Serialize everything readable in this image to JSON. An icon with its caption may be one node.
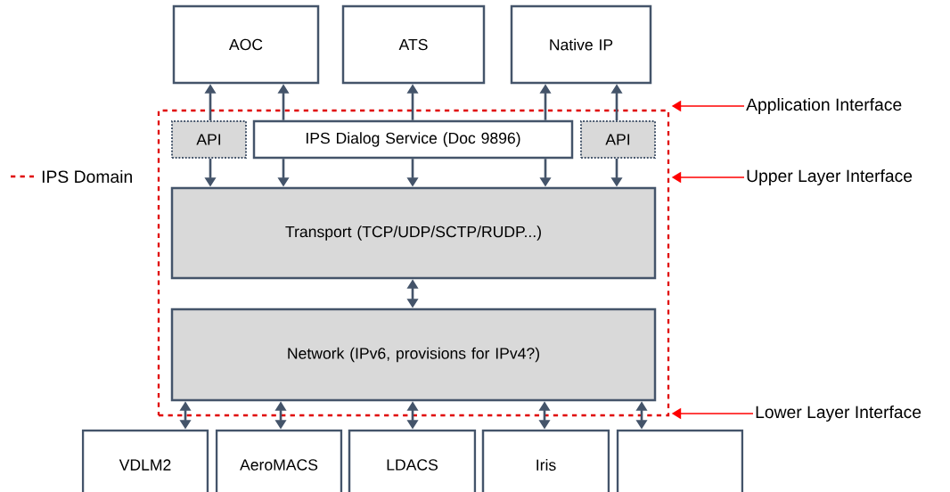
{
  "diagram": {
    "nodes": [
      {
        "text": [
          "AOC"
        ]
      },
      {
        "text": [
          "ATS"
        ]
      },
      {
        "text": [
          "Native IP"
        ]
      },
      {
        "text": [],
        "shape": "box"
      },
      {
        "text": [
          "API"
        ],
        "in": 3
      },
      {
        "text": [
          "IPS Dialog Service (Doc 9896)"
        ],
        "in": 3
      },
      {
        "text": [
          "API"
        ],
        "in": 3
      },
      {
        "text": [
          "Transport (TCP/UDP/SCTP/RUDP...)"
        ],
        "in": 3
      },
      {
        "text": [
          "Network (IPv6, provisions for IPv4?)"
        ],
        "in": 3
      },
      {
        "text": [
          "VDLM2"
        ]
      },
      {
        "text": [
          "AeroMACS"
        ]
      },
      {
        "text": [
          "LDACS"
        ]
      },
      {
        "text": [
          "Iris"
        ]
      },
      {
        "text": [],
        "shape": "box"
      },
      {
        "text": [
          "Application Interface"
        ]
      },
      {
        "text": [
          "Upper Layer Interface"
        ]
      },
      {
        "text": [
          "Lower Layer Interface"
        ]
      }
    ],
    "edges": [
      {
        "from": 4,
        "to": 0,
        "arrow": "to"
      },
      {
        "from": 4,
        "to": 7,
        "arrow": "to"
      },
      {
        "from": 5,
        "to": 0,
        "arrow": "to"
      },
      {
        "from": 5,
        "to": 7,
        "arrow": "to"
      },
      {
        "from": 5,
        "to": 1,
        "arrow": "to"
      },
      {
        "from": 5,
        "to": 7,
        "arrow": "to"
      },
      {
        "from": 5,
        "to": 2,
        "arrow": "to"
      },
      {
        "from": 5,
        "to": 7,
        "arrow": "to"
      },
      {
        "from": 6,
        "to": 2,
        "arrow": "to"
      },
      {
        "from": 6,
        "to": 7,
        "arrow": "to"
      },
      {
        "from": 7,
        "to": 8,
        "arrow": "both"
      },
      {
        "from": 8,
        "to": 9,
        "arrow": "both"
      },
      {
        "from": 8,
        "to": 10,
        "arrow": "both"
      },
      {
        "from": 8,
        "to": 11,
        "arrow": "both"
      },
      {
        "from": 8,
        "to": 12,
        "arrow": "both"
      },
      {
        "from": 8,
        "to": 13,
        "arrow": "both"
      },
      {
        "from": 14,
        "to": 3,
        "arrow": "to",
        "color": "#ff0000"
      },
      {
        "from": 15,
        "to": 3,
        "arrow": "to",
        "color": "#ff0000"
      },
      {
        "from": 16,
        "to": 3,
        "arrow": "to",
        "color": "#ff0000"
      }
    ],
    "legend": [
      {
        "text": "IPS Domain"
      }
    ]
  }
}
